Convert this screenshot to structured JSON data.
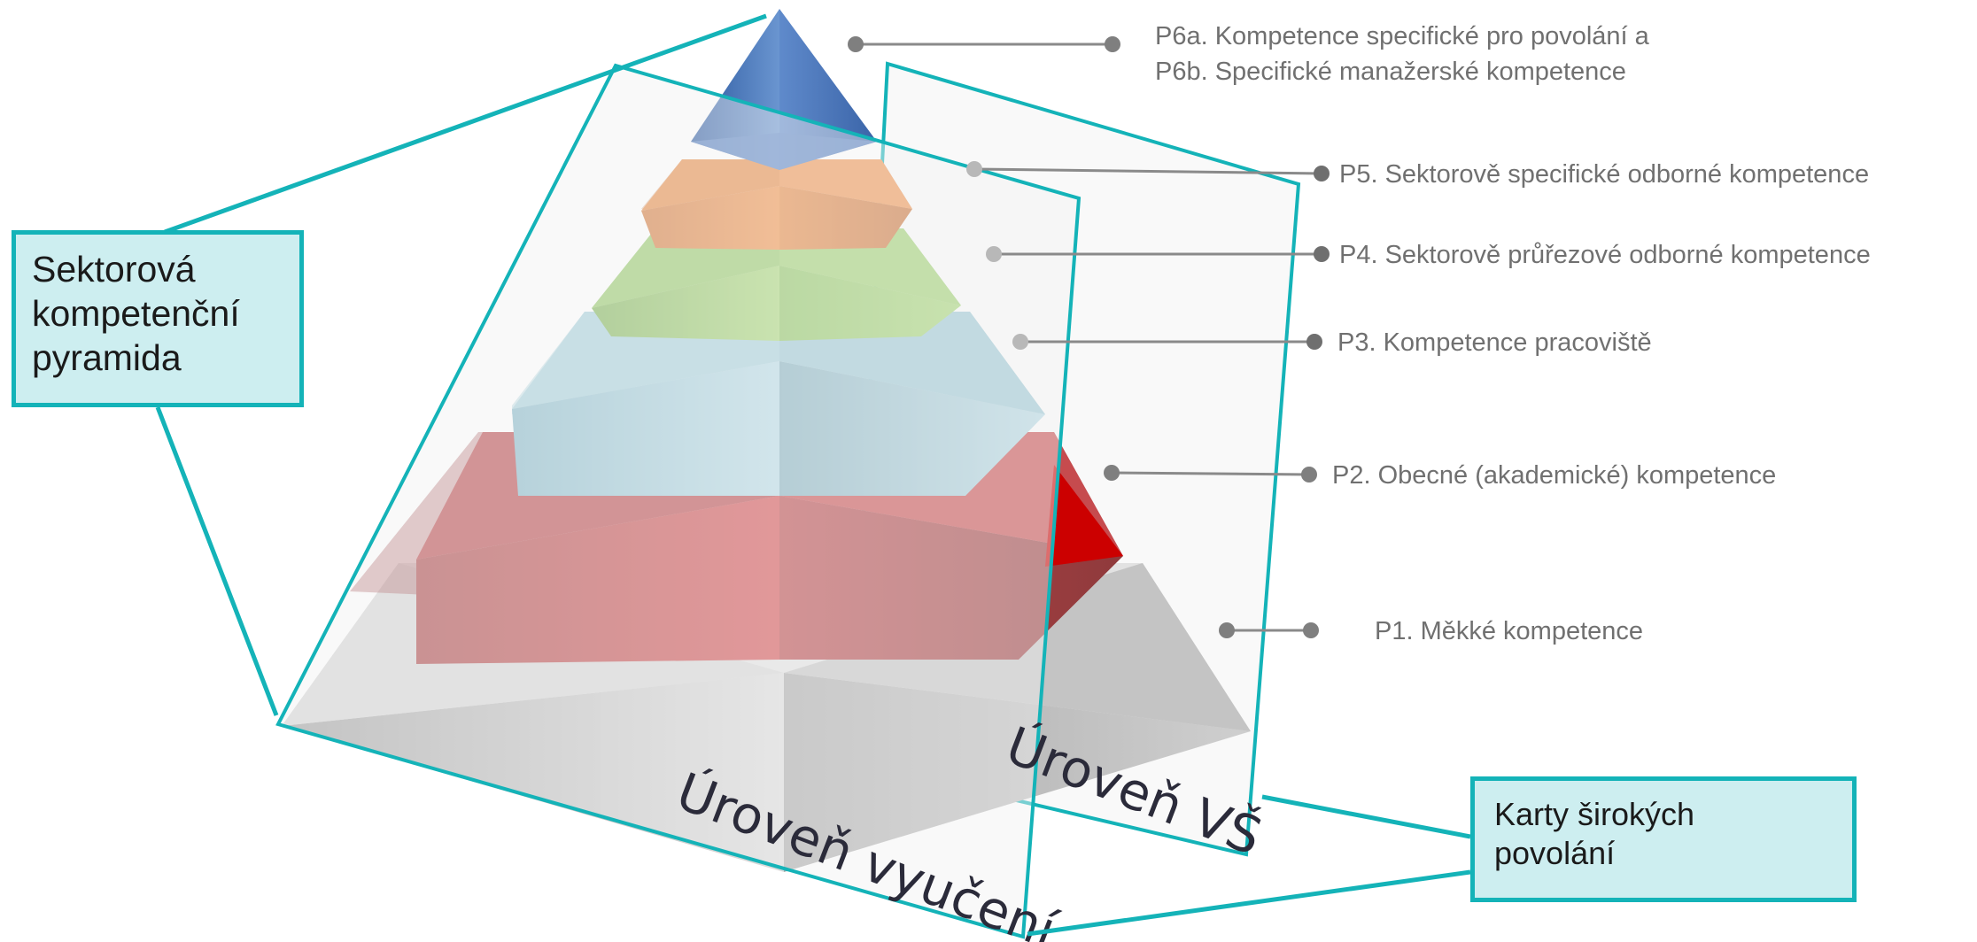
{
  "levels": [
    {
      "id": "P6",
      "text_line1": "P6a. Kompetence specifické pro povolání a",
      "text_line2": "P6b. Specifické manažerské kompetence",
      "color": "#3f6fb5"
    },
    {
      "id": "P5",
      "text": "P5. Sektorově specifické odborné kompetence",
      "color": "#e98a45"
    },
    {
      "id": "P4",
      "text": "P4. Sektorově průřezové odborné kompetence",
      "color": "#9cce6a"
    },
    {
      "id": "P3",
      "text": "P3. Kompetence pracoviště",
      "color": "#b1d6e2"
    },
    {
      "id": "P2",
      "text": "P2. Obecné (akademické) kompetence",
      "color": "#d0484b"
    },
    {
      "id": "P1",
      "text": "P1. Měkké kompetence",
      "color": "#c8c8c8"
    }
  ],
  "cards": {
    "front_label": "Úroveň vyučení",
    "back_label": "Úroveň VŠ"
  },
  "callouts": {
    "pyramid_line1": "Sektorová",
    "pyramid_line2": "kompetenční",
    "pyramid_line3": "pyramida",
    "cards_line1": "Karty širokých",
    "cards_line2": "povolání"
  },
  "colors": {
    "accent_teal": "#14b3b8",
    "callout_fill": "#cdeef0",
    "leader_line": "#8a8a8a"
  }
}
